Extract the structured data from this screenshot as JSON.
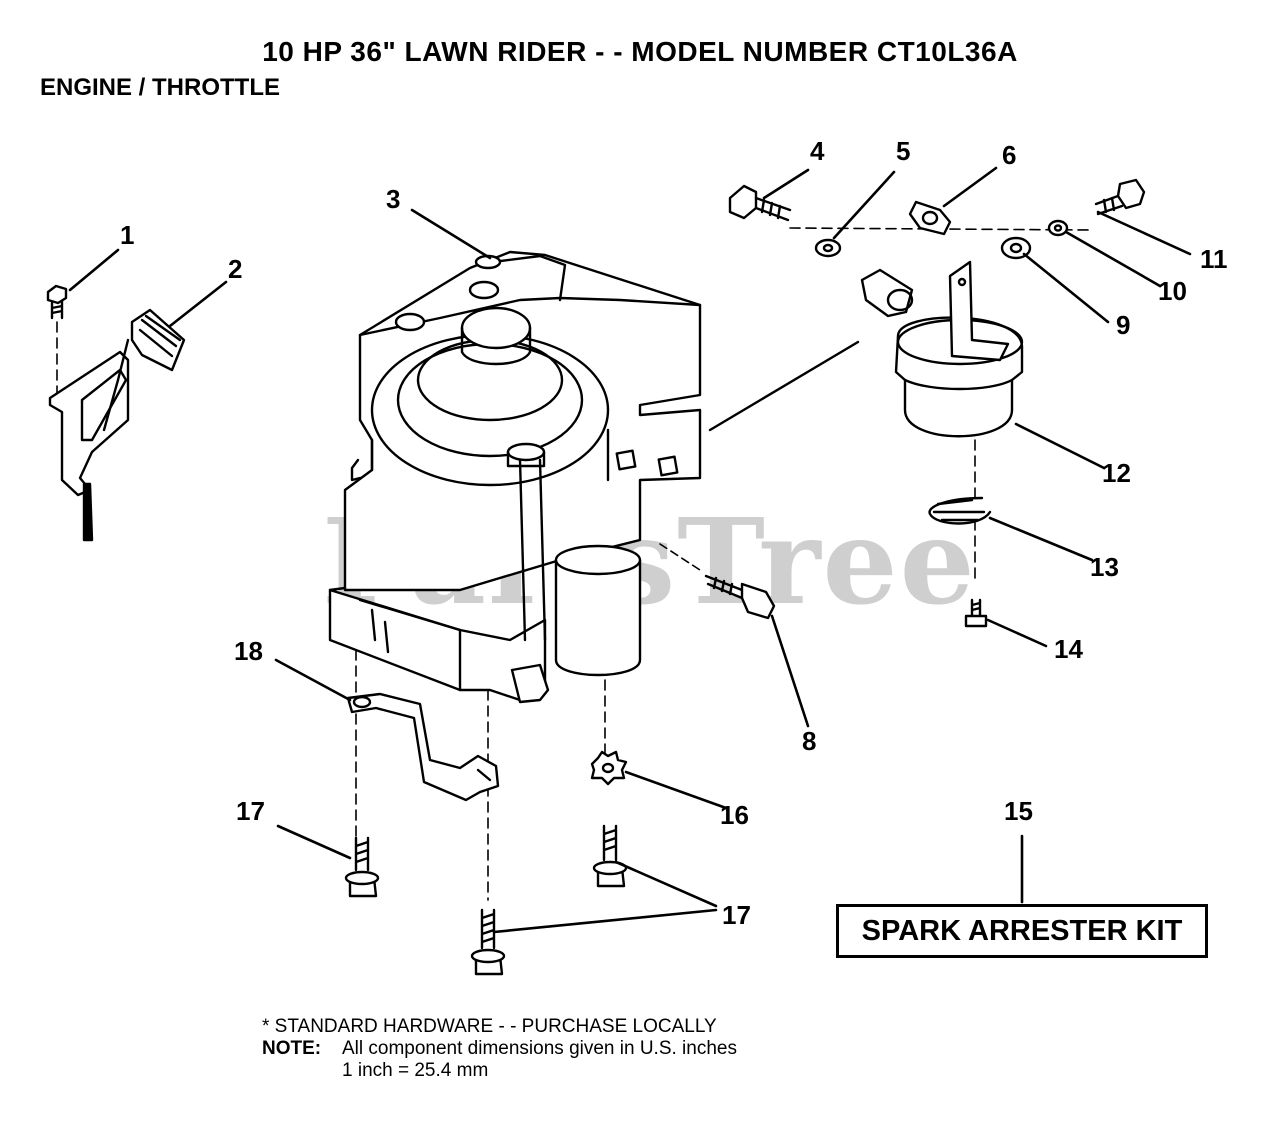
{
  "header": {
    "title": "10 HP 36\" LAWN RIDER - - MODEL NUMBER CT10L36A",
    "subtitle": "ENGINE / THROTTLE"
  },
  "callouts": {
    "c1": "1",
    "c2": "2",
    "c3": "3",
    "c4": "4",
    "c5": "5",
    "c6": "6",
    "c7": "8",
    "c9": "9",
    "c10": "10",
    "c11": "11",
    "c12": "12",
    "c13": "13",
    "c14": "14",
    "c15": "15",
    "c16": "16",
    "c17a": "17",
    "c17b": "17",
    "c18": "18"
  },
  "kit": {
    "label": "SPARK ARRESTER KIT"
  },
  "footnote": {
    "standard": "* STANDARD HARDWARE - - PURCHASE LOCALLY",
    "note_label": "NOTE:",
    "note_text": "All component dimensions given in U.S. inches",
    "conversion": "1 inch = 25.4 mm"
  },
  "watermark": "PartsTree"
}
